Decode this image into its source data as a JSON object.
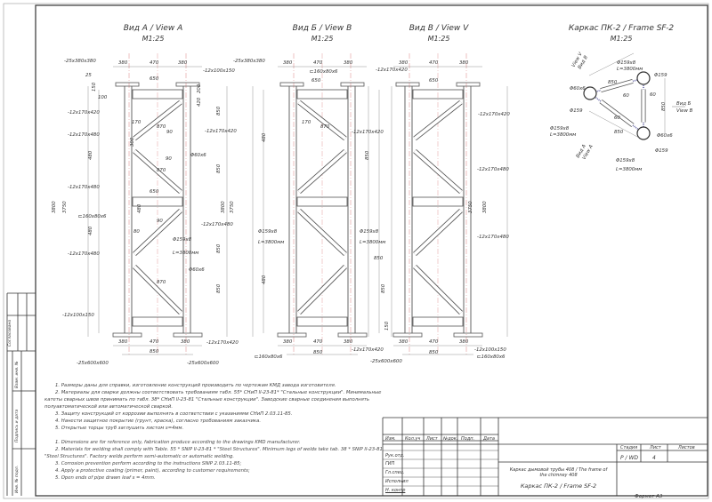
{
  "views": [
    {
      "title": "Вид А / View A",
      "scale": "M1:25"
    },
    {
      "title": "Вид Б / View B",
      "scale": "M1:25"
    },
    {
      "title": "Вид В / View V",
      "scale": "M1:25"
    },
    {
      "title": "Каркас ПК-2 / Frame SF-2",
      "scale": "M1:25"
    }
  ],
  "labels": {
    "plate_top": "-25x380x380",
    "plate_bottom": "-25x600x600",
    "rib_100x150": "-12x100x150",
    "rib_170x420": "-12x170x420",
    "rib_170x480": "-12x170x480",
    "channel": "⊏160x80x6",
    "brace": "Φ60x6",
    "column": "Φ159x8",
    "column_length": "L=3800мм",
    "pipe": "Φ159",
    "d380": "380",
    "d470": "470",
    "d650": "650",
    "d850": "850",
    "d870": "870",
    "d170": "170",
    "d90": "90",
    "d60": "60",
    "d100": "100",
    "d25": "25",
    "d150": "150",
    "d200": "200",
    "d420": "420",
    "d480": "480",
    "d300": "300",
    "d80": "80",
    "h3800": "3800",
    "h3750": "3750",
    "view_b_arrow": "Вид Б",
    "view_b_arrow_en": "View B",
    "view_a_arrow": "Вид А",
    "view_a_arrow_en": "View A",
    "view_v_arrow": "Вид В",
    "view_v_arrow_en": "View V"
  },
  "notes_ru": [
    "1. Размеры даны для справки, изготовление конструкций производить по чертежам КМД завода изготовителя.",
    "2. Материалы для сварки должны соответствовать требованиям табл. 55* СНиП II-23-81* \"Стальные конструкции\". Минимальные катеты сварных швов принимать по табл. 38* СНиП II-23-81 \"Стальные конструкции\". Заводские сварные соединения выполнять полуавтоматической или автоматической сваркой.",
    "3. Защиту конструкций от коррозии выполнять в соответствии с указаниями СНиП 2.03.11-85.",
    "4. Нанести защитное покрытие (грунт, краска), согласно требованиям заказчика.",
    "5. Открытые торцы труб заглушить листом s=4мм."
  ],
  "notes_en": [
    "1. Dimensions are for reference only, fabrication produce according to the drawings KMD manufacturer.",
    "2. Materials for welding shall comply with Table. 55 * SNIP II-23-81 * \"Steel Structures\". Minimum legs of welds take tab. 38 * SNIP II-23-81 \"Steel Structures\". Factory welds perform semi-automatic or automatic welding.",
    "3. Corrosion prevention perform according to the instructions SNIP 2.03.11-85;",
    "4. Apply a protective coating (primer, paint), according to customer requirements;",
    "5. Open ends of pipe drawn leaf s = 4mm."
  ],
  "title_block": {
    "columns": [
      "Изм.",
      "Кол.уч",
      "Лист",
      "№док.",
      "Подп.",
      "Дата"
    ],
    "roles": [
      "Рук.отд.",
      "ГИП",
      "Гл.спец.",
      "Исполнил",
      "Н. контр"
    ],
    "stage_header": "Стадия",
    "sheet_header": "Лист",
    "sheets_header": "Листов",
    "stage": "P / WD",
    "sheet": "4",
    "description": "Каркас дымовой трубы 408 / The frame of the chimney 408",
    "drawing_title": "Каркас ПК-2 / Frame SF-2",
    "format": "Формат А3"
  },
  "side_stamp": {
    "agreed": "Согласовано",
    "replaces": "Взам. инв. №",
    "sign_date": "Подпись и дата",
    "inv_no": "Инв. № подл."
  },
  "colors": {
    "line": "#555555",
    "center": "#d98080",
    "dim": "#777777",
    "brace_hatch": "#6a6aa8"
  }
}
